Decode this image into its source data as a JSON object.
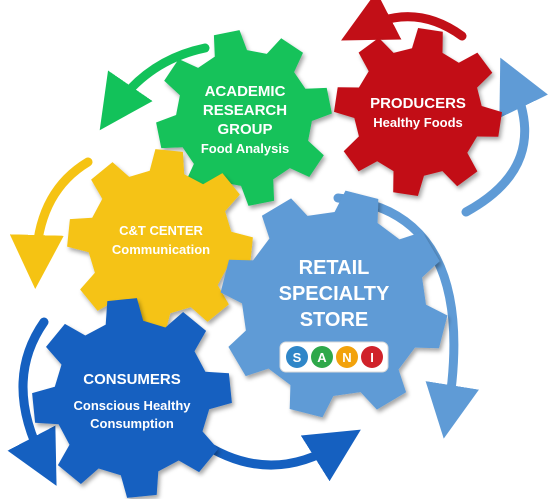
{
  "diagram": {
    "gears": {
      "academic": {
        "line1": "ACADEMIC",
        "line2": "RESEARCH",
        "line3": "GROUP",
        "line4": "Food Analysis",
        "color": "#12c25a"
      },
      "producers": {
        "line1": "PRODUCERS",
        "line2": "Healthy Foods",
        "color": "#c20f17"
      },
      "ct_center": {
        "line1": "C&T CENTER",
        "line2": "Communication",
        "color": "#f5c313"
      },
      "retail": {
        "line1": "RETAIL",
        "line2": "SPECIALTY",
        "line3": "STORE",
        "color": "#5f9bd6"
      },
      "consumers": {
        "line1": "CONSUMERS",
        "line2": "Conscious Healthy",
        "line3": "Consumption",
        "color": "#1560c0"
      }
    },
    "sani_logo": {
      "letters": [
        {
          "char": "S",
          "color": "#2f86c8"
        },
        {
          "char": "A",
          "color": "#2ea84a"
        },
        {
          "char": "N",
          "color": "#f2a20c"
        },
        {
          "char": "I",
          "color": "#d0222a"
        }
      ]
    },
    "arrow_colors": {
      "red": "#c20f17",
      "green": "#12c25a",
      "yellow": "#f5c313",
      "blue": "#1560c0",
      "light_blue": "#5f9bd6"
    }
  }
}
